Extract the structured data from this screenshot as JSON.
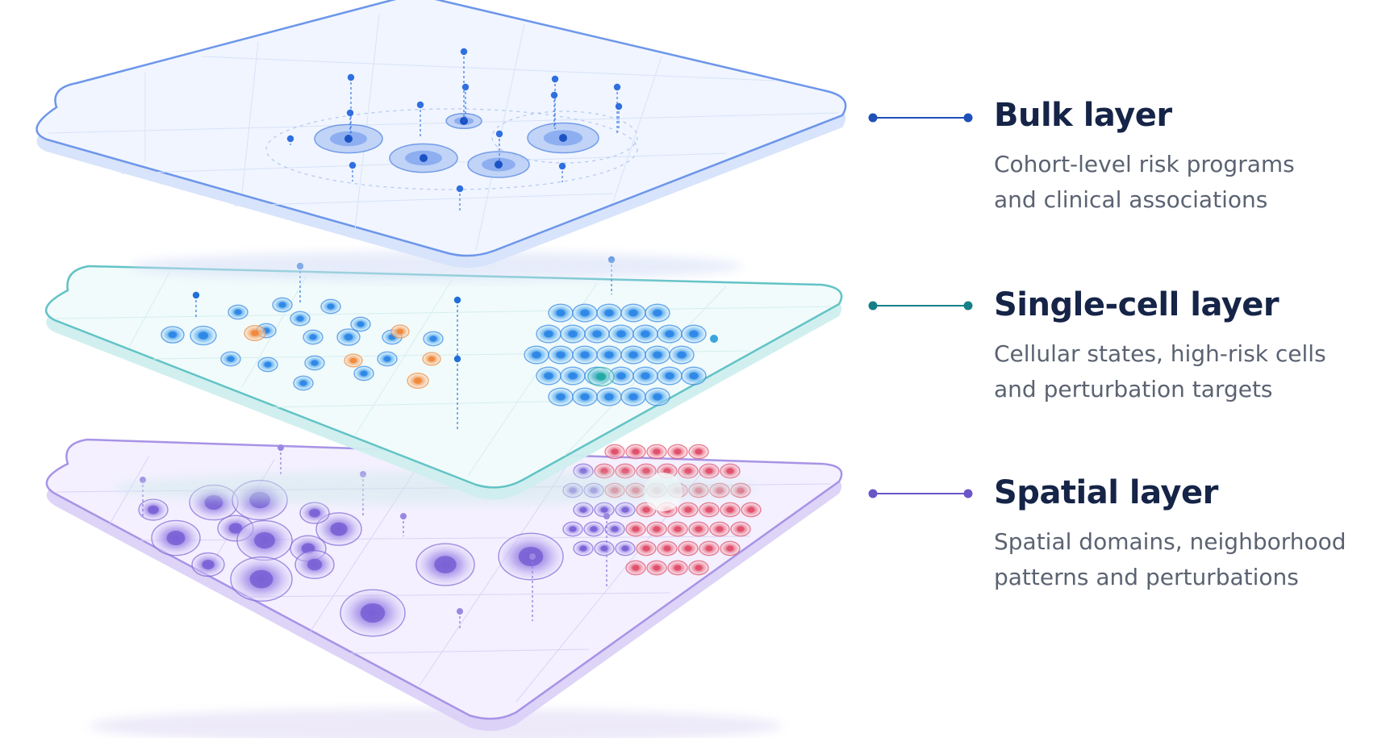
{
  "layers": [
    {
      "id": "bulk",
      "title": "Bulk layer",
      "description_lines": [
        "Cohort-level risk programs",
        "and clinical associations"
      ],
      "color": "#1f4fb8",
      "panel_fill": "#eef4ff",
      "panel_edge": "#6d96ea",
      "panel_side": "#dbe6fb"
    },
    {
      "id": "single-cell",
      "title": "Single-cell layer",
      "description_lines": [
        "Cellular states, high-risk cells",
        "and perturbation targets"
      ],
      "color": "#147f86",
      "panel_fill": "#effafb",
      "panel_edge": "#62c3c6",
      "panel_side": "#d8f1f2"
    },
    {
      "id": "spatial",
      "title": "Spatial layer",
      "description_lines": [
        "Spatial domains, neighborhood",
        "patterns and perturbations"
      ],
      "color": "#6a56c8",
      "panel_fill": "#f3efff",
      "panel_edge": "#a38fe6",
      "panel_side": "#e5ddfb"
    }
  ],
  "cell_colors": {
    "bulk": "#2f6fe0",
    "single_cell_blue": "#2f86e6",
    "single_cell_orange": "#f08a3c",
    "single_cell_teal": "#22a9a5",
    "spatial_purple": "#7b63d6",
    "spatial_red": "#e0506a"
  }
}
